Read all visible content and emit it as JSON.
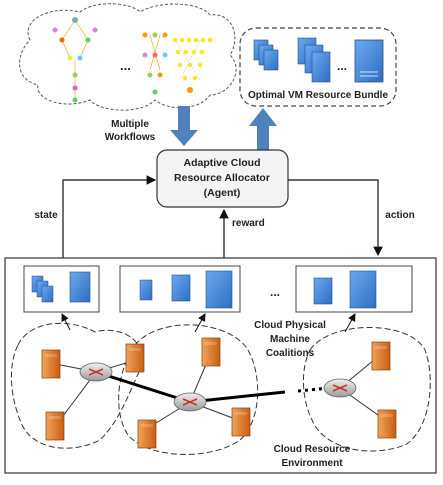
{
  "workflows_label_line1": "Multiple",
  "workflows_label_line2": "Workflows",
  "bundle_label": "Optimal VM Resource Bundle",
  "agent_line1": "Adaptive Cloud",
  "agent_line2": "Resource Allocator",
  "agent_line3": "(Agent)",
  "state_label": "state",
  "reward_label": "reward",
  "action_label": "action",
  "coalitions_line1": "Cloud Physical",
  "coalitions_line2": "Machine",
  "coalitions_line3": "Coalitions",
  "environment_line1": "Cloud Resource",
  "environment_line2": "Environment",
  "ellipsis": "...",
  "colors": {
    "arrow_blue": "#4f81bd",
    "vm_blue": "#4a86d8",
    "server_orange": "#e07a2c",
    "node_yellow": "#f3ea2a"
  }
}
